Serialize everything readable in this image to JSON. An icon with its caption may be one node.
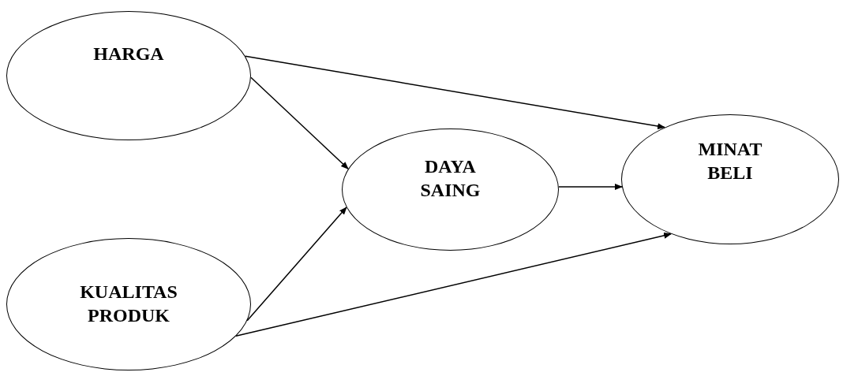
{
  "diagram": {
    "nodes": [
      {
        "text": [
          "HARGA"
        ]
      },
      {
        "text": [
          "KUALITAS PRODUK"
        ]
      },
      {
        "text": [
          "DAYA SAING"
        ]
      },
      {
        "text": [
          "MINAT BELI"
        ]
      }
    ],
    "edges": [
      {
        "from": 0,
        "to": 3,
        "arrow": "to"
      },
      {
        "from": 0,
        "to": 2,
        "arrow": "to"
      },
      {
        "from": 1,
        "to": 2,
        "arrow": "to"
      },
      {
        "from": 1,
        "to": 3,
        "arrow": "to"
      },
      {
        "from": 2,
        "to": 3,
        "arrow": "to"
      }
    ]
  }
}
